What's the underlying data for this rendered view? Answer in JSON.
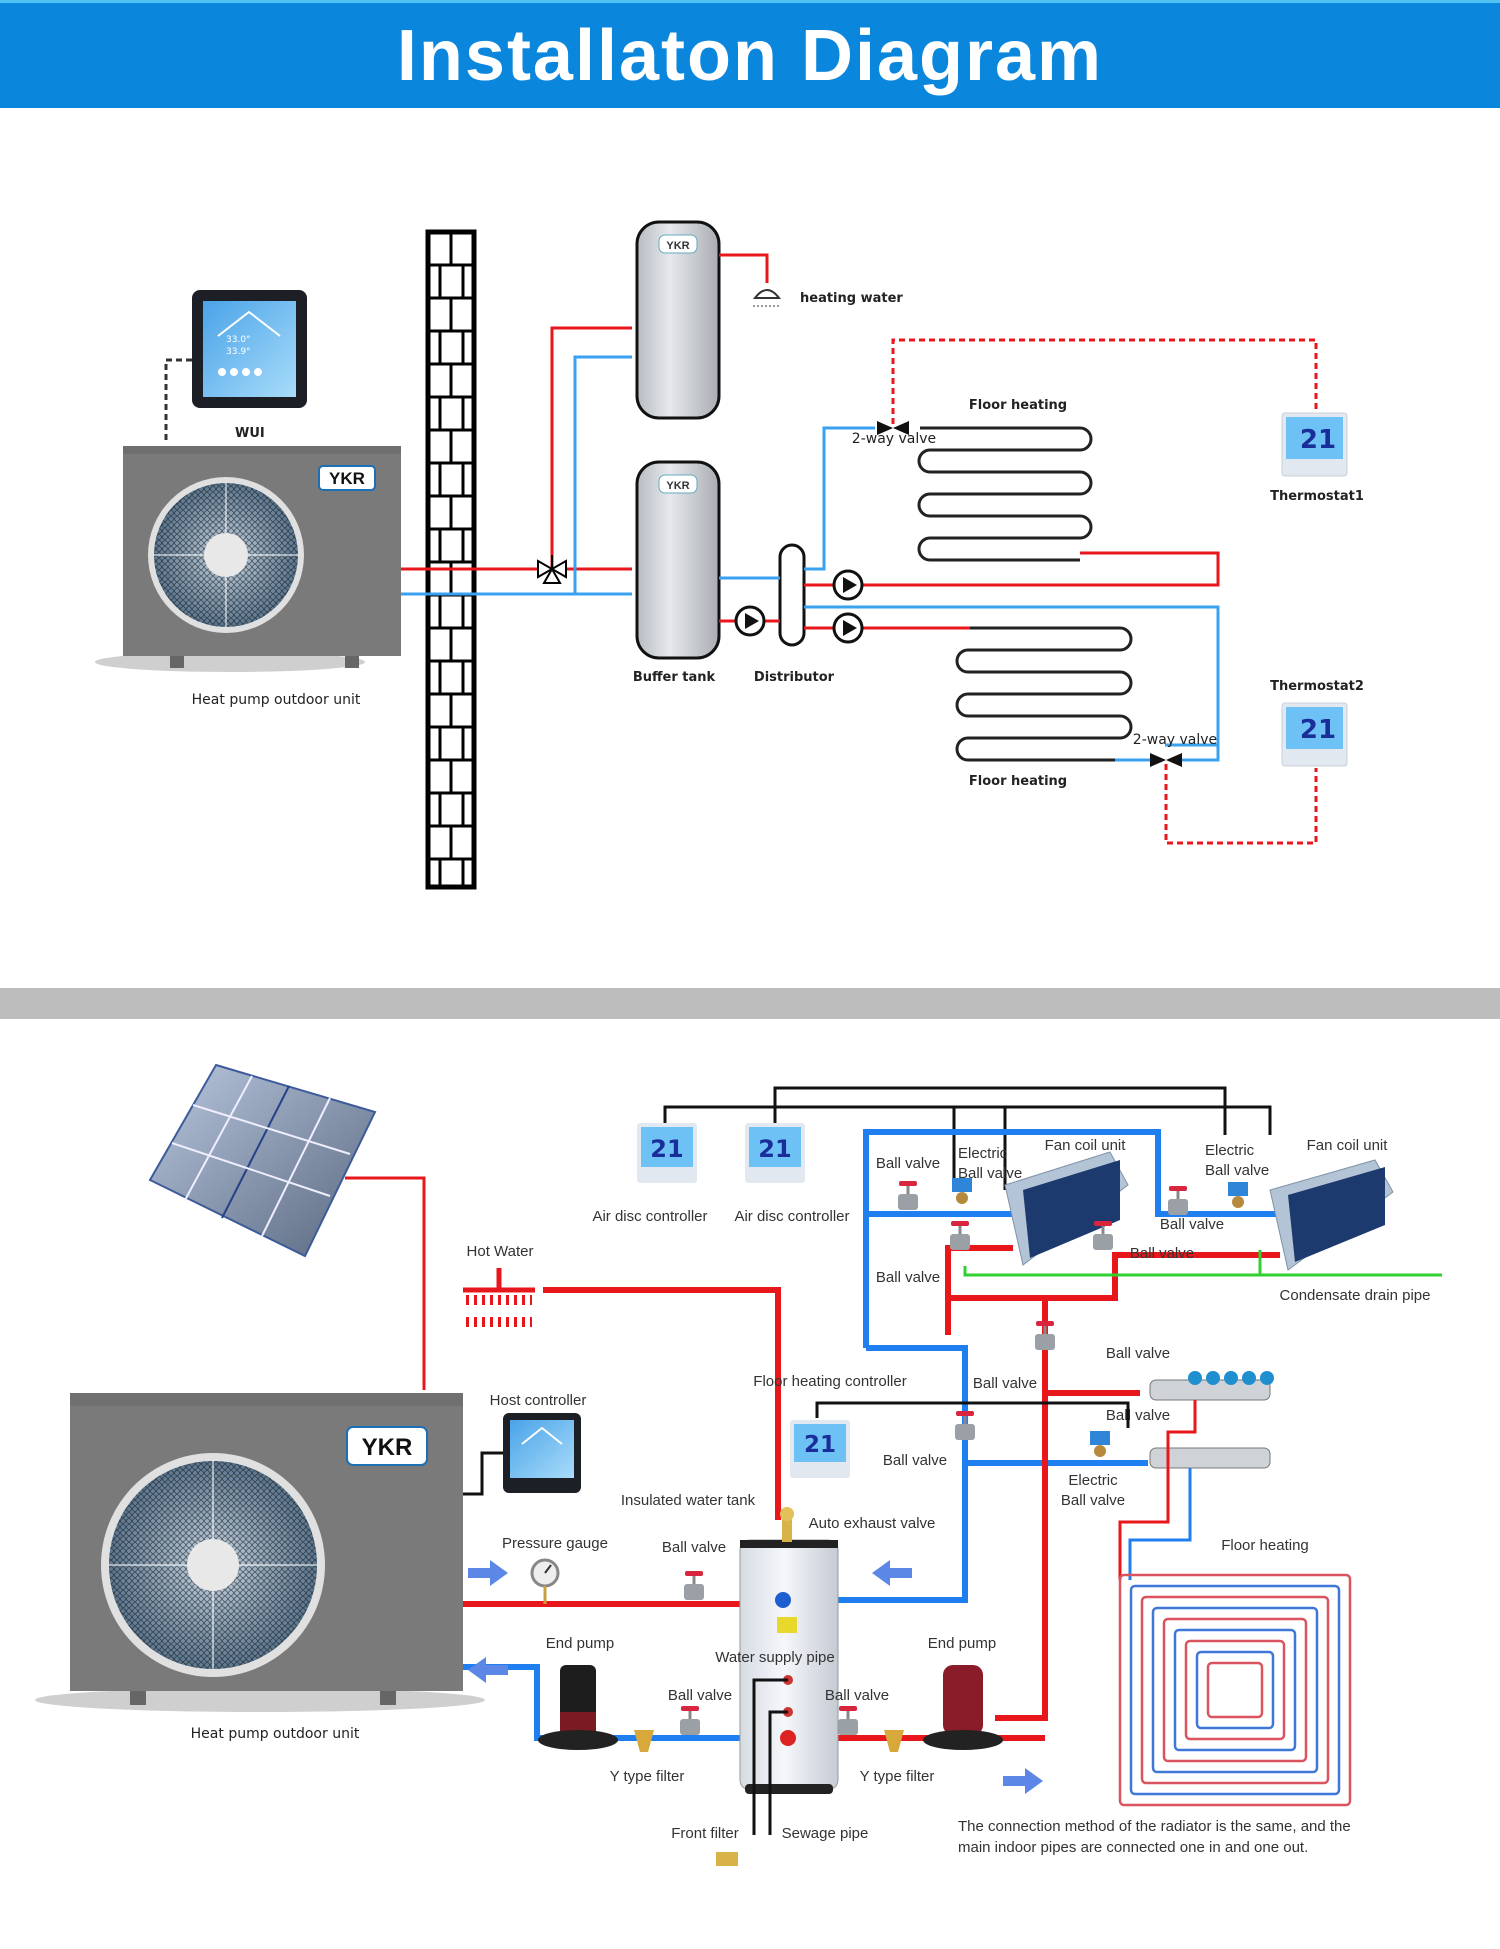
{
  "title": "Installaton Diagram",
  "brand_logo": "YKR",
  "colors": {
    "banner": "#0a86dd",
    "hot_pipe": "#e8171c",
    "cold_pipe": "#1f7ef0",
    "light_blue_pipe": "#3aa0f0",
    "drain_pipe": "#30d030",
    "signal_wire": "#e8171c",
    "divider": "#bdbdbd",
    "unit_body": "#7a7a7a"
  },
  "diagram1": {
    "controller_label": "WUI",
    "outdoor_unit_label": "Heat pump outdoor unit",
    "dhw_tank_logo": "YKR",
    "heating_water_label": "heating water",
    "buffer_tank_label": "Buffer tank",
    "distributor_label": "Distributor",
    "floor_heating_top_label": "Floor heating",
    "floor_heating_bottom_label": "Floor heating",
    "valve_top_label": "2-way valve",
    "valve_bottom_label": "2-way valve",
    "thermostat1_label": "Thermostat1",
    "thermostat2_label": "Thermostat2",
    "thermostat_display": "21"
  },
  "diagram2": {
    "outdoor_unit_label": "Heat pump outdoor unit",
    "host_controller_label": "Host controller",
    "hot_water_label": "Hot Water",
    "air_disc_controller_1": "Air disc controller",
    "air_disc_controller_2": "Air disc controller",
    "fan_coil_unit_1": "Fan coil unit",
    "fan_coil_unit_2": "Fan coil unit",
    "electric_ball_valve_1": [
      "Electric",
      "Ball valve"
    ],
    "electric_ball_valve_2": [
      "Electric",
      "Ball valve"
    ],
    "electric_ball_valve_3": [
      "Electric",
      "Ball valve"
    ],
    "ball_valve": "Ball valve",
    "condensate_drain_pipe": "Condensate drain pipe",
    "floor_heating_controller": "Floor heating controller",
    "insulated_water_tank": "Insulated water tank",
    "auto_exhaust_valve": "Auto exhaust valve",
    "pressure_gauge": "Pressure gauge",
    "end_pump_left": "End pump",
    "end_pump_right": "End pump",
    "water_supply_pipe": "Water supply pipe",
    "y_filter_left": "Y type filter",
    "y_filter_right": "Y type filter",
    "front_filter": "Front filter",
    "sewage_pipe": "Sewage pipe",
    "floor_heating": "Floor heating",
    "note_line1": "The connection method of the radiator is the same, and the",
    "note_line2": "main indoor pipes are connected one in and one out.",
    "thermostat_display": "21"
  }
}
